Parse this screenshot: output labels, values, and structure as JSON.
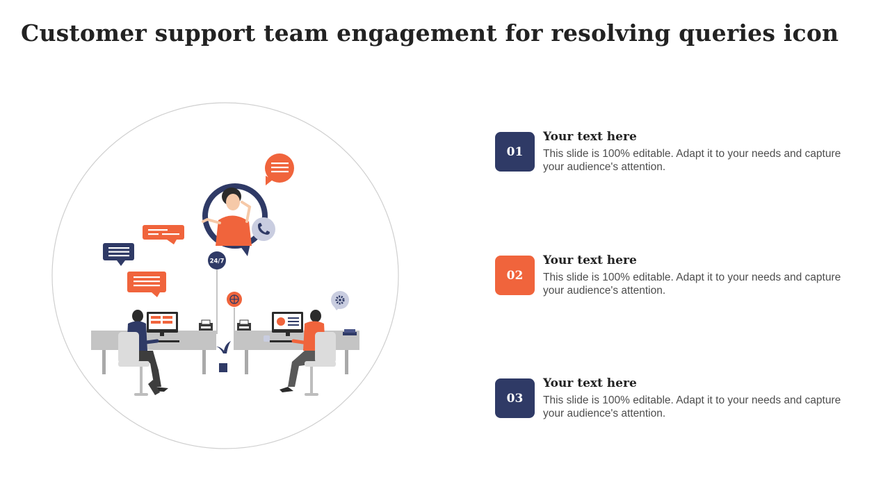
{
  "slide": {
    "title": "Customer support team engagement for resolving queries icon"
  },
  "illustration": {
    "badge_247": "24/7"
  },
  "colors": {
    "navy": "#2f3a66",
    "orange": "#f0643c",
    "gray": "#c4c4c4"
  },
  "items": [
    {
      "number": "01",
      "heading": "Your text here",
      "body": "This slide is 100% editable. Adapt it to your needs and capture your audience's attention.",
      "badge_color": "#2f3a66"
    },
    {
      "number": "02",
      "heading": "Your text here",
      "body": "This slide is 100% editable. Adapt it to your needs and capture your audience's attention.",
      "badge_color": "#f0643c"
    },
    {
      "number": "03",
      "heading": "Your text here",
      "body": "This slide is 100% editable. Adapt it to your needs and capture your audience's attention.",
      "badge_color": "#2f3a66"
    }
  ]
}
